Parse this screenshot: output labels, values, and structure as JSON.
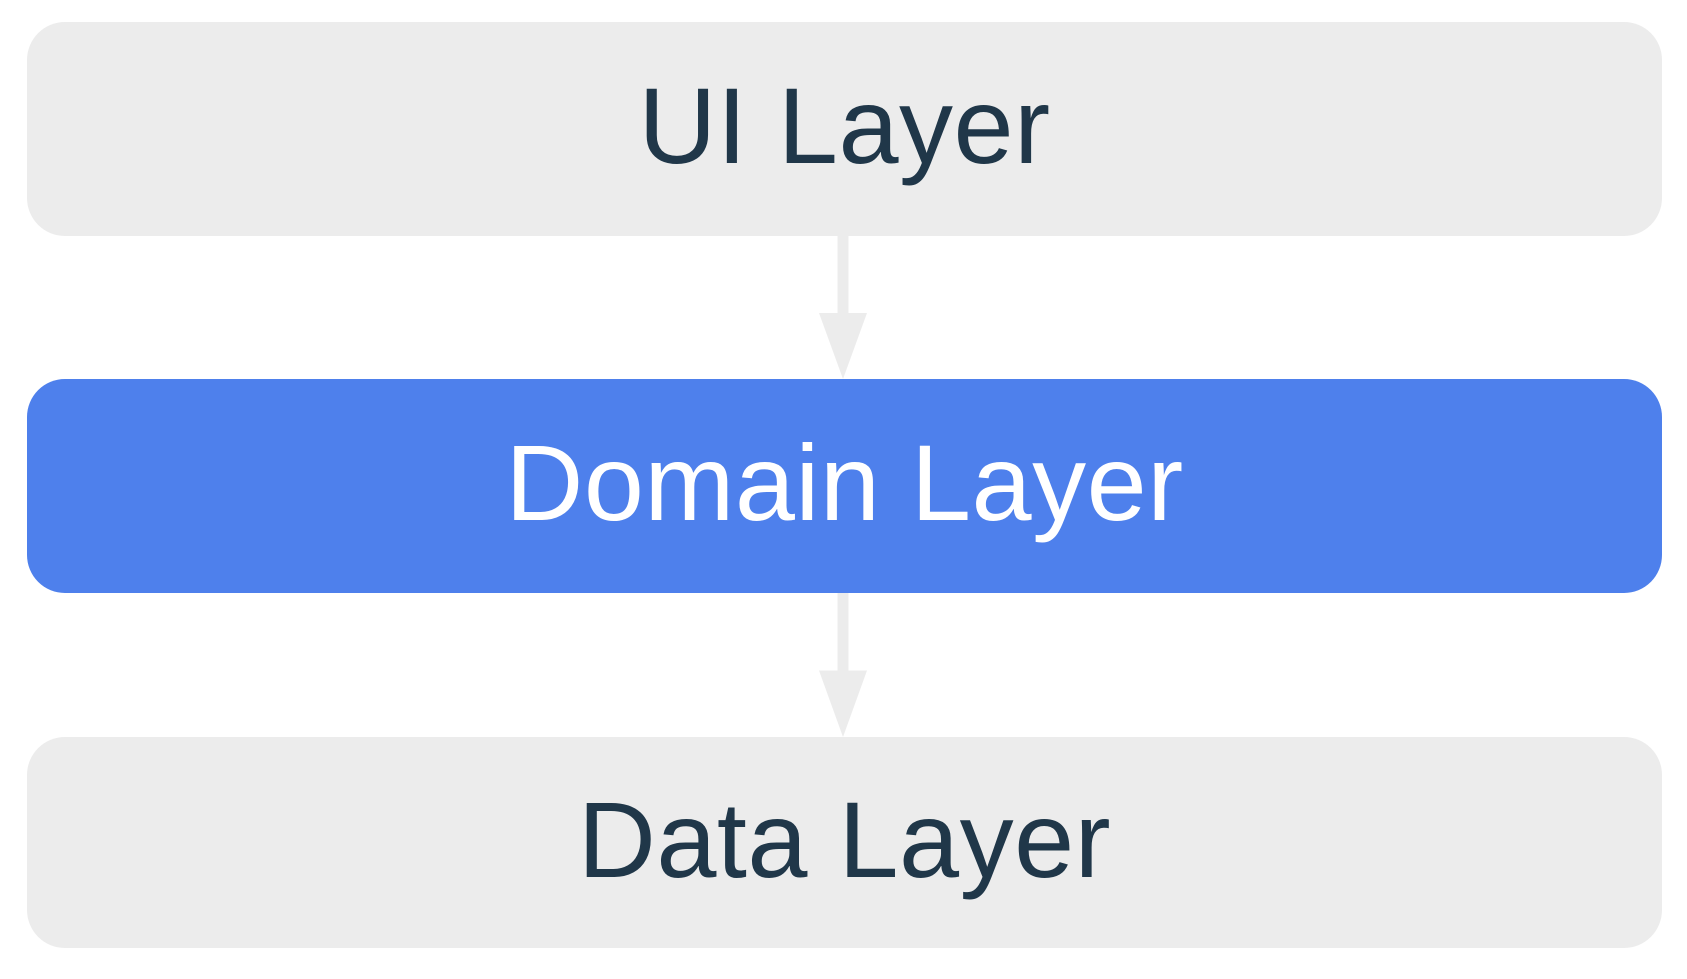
{
  "diagram": {
    "layers": [
      {
        "id": "ui",
        "label": "UI Layer",
        "variant": "gray"
      },
      {
        "id": "domain",
        "label": "Domain Layer",
        "variant": "blue"
      },
      {
        "id": "data",
        "label": "Data Layer",
        "variant": "gray"
      }
    ],
    "connectors": [
      {
        "from": "ui",
        "to": "domain",
        "direction": "down"
      },
      {
        "from": "domain",
        "to": "data",
        "direction": "down"
      }
    ],
    "colors": {
      "box_gray": "#ececec",
      "box_blue": "#4e80ec",
      "text_dark": "#203749",
      "text_light": "#ffffff",
      "arrow": "#ececec",
      "background": "#ffffff"
    }
  }
}
